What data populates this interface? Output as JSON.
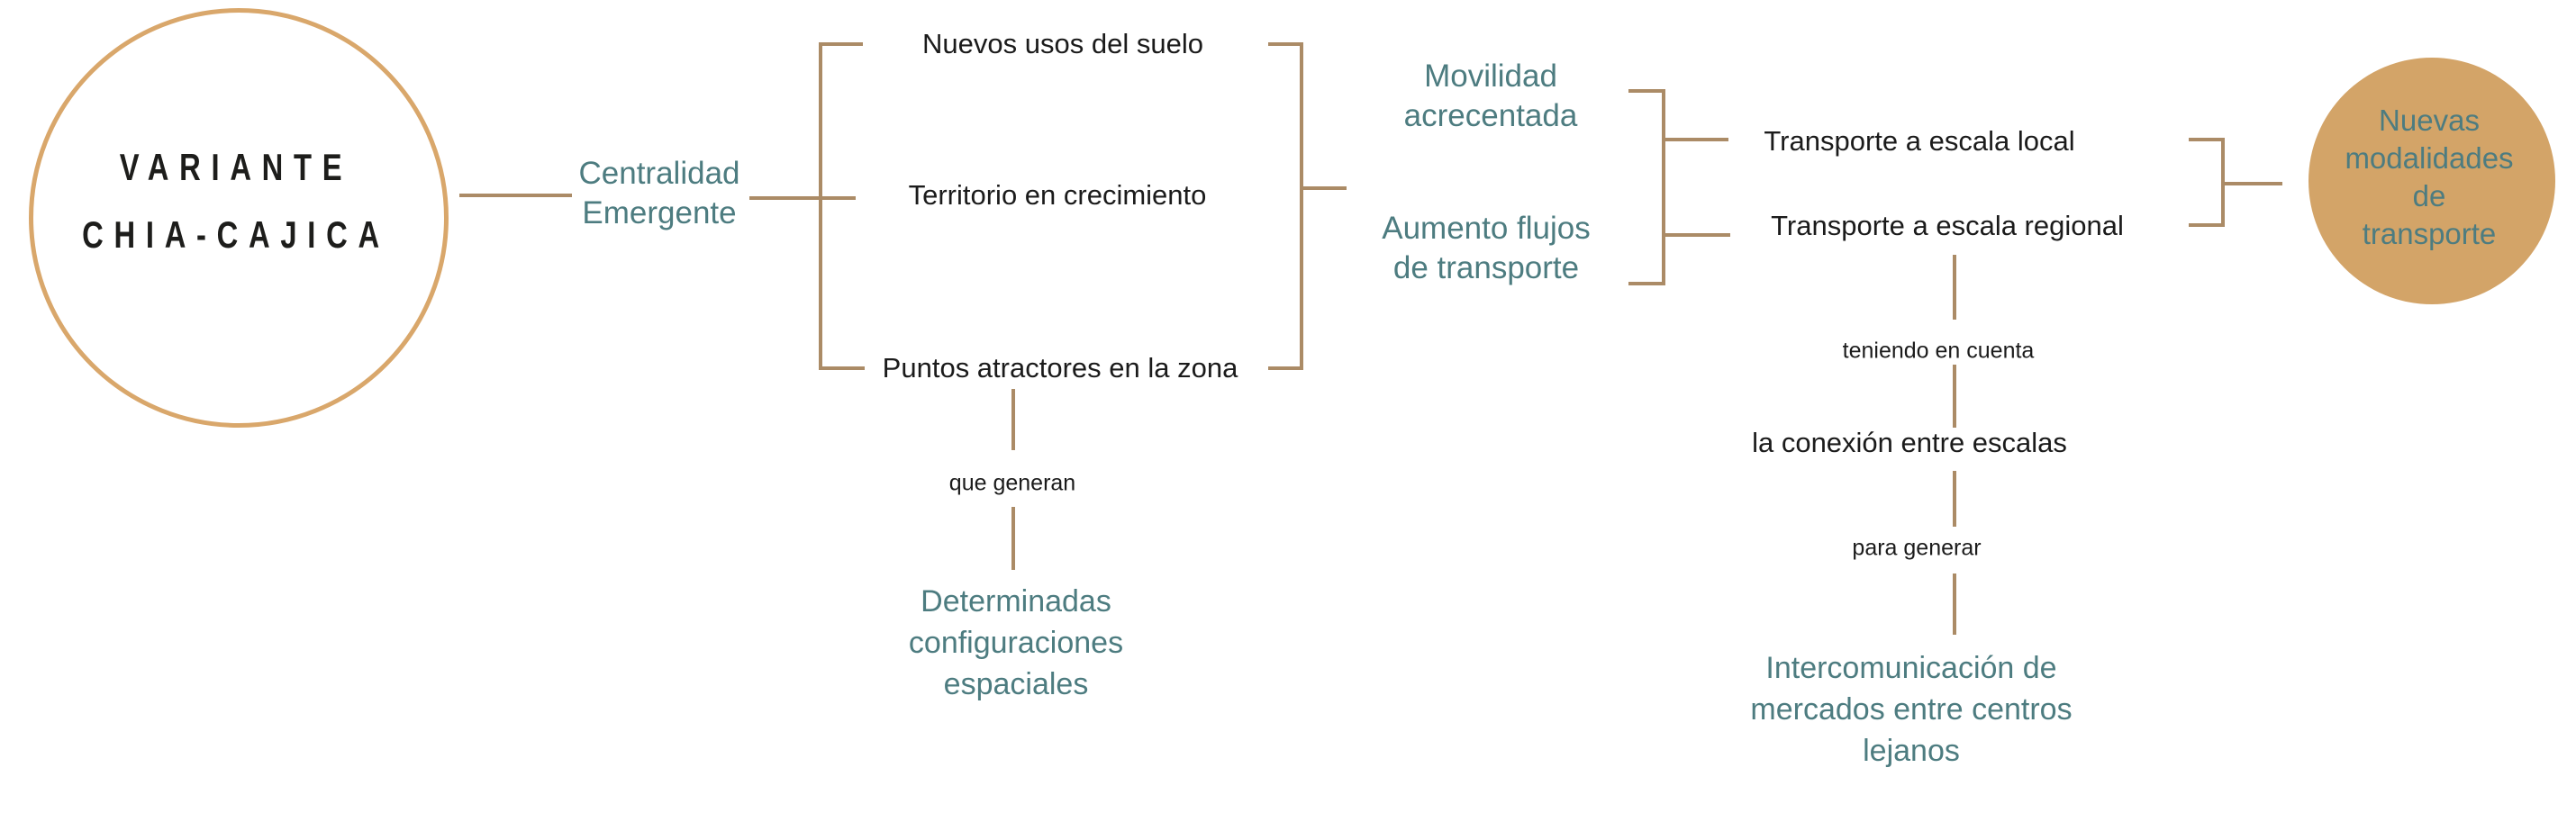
{
  "diagram": {
    "kind": "concept-map",
    "colors": {
      "teal_text": "#4d7c80",
      "ring_stroke": "#d9a76b",
      "circle_fill": "#d3a468",
      "connector_line": "#ab8b66",
      "black_text": "#1b1b1b"
    },
    "logo": {
      "line1": "VARIANTE",
      "line2": "CHIA-CAJICA"
    },
    "nodes": {
      "centralidad": {
        "label": "Centralidad\nEmergente"
      },
      "nuevos_usos": {
        "label": "Nuevos usos del suelo"
      },
      "territorio": {
        "label": "Territorio en crecimiento"
      },
      "puntos_atractores": {
        "label": "Puntos atractores en la zona"
      },
      "movilidad": {
        "label": "Movilidad\nacrecentada"
      },
      "aumento_flujos": {
        "label": "Aumento flujos\nde transporte"
      },
      "transporte_local": {
        "label": "Transporte a escala local"
      },
      "transporte_regional": {
        "label": "Transporte a escala regional"
      },
      "nuevas_modalidades": {
        "label": "Nuevas\nmodalidades de\ntransporte"
      },
      "configuraciones": {
        "label": "Determinadas\nconfiguraciones\nespaciales"
      },
      "conexion_escalas": {
        "label": "la conexión entre escalas"
      },
      "intercomunicacion": {
        "label": "Intercomunicación de\nmercados entre centros\nlejanos"
      }
    },
    "connector_labels": {
      "que_generan": "que generan",
      "teniendo_en_cuenta": "teniendo en cuenta",
      "para_generar": "para generar"
    }
  }
}
